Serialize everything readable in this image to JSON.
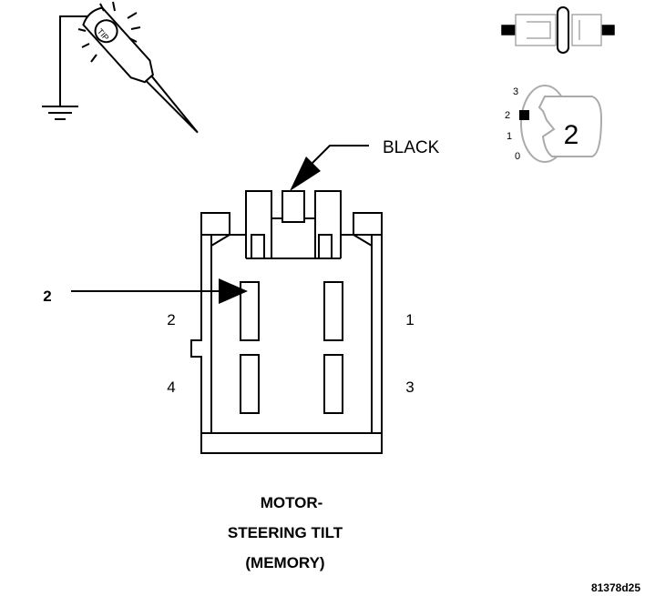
{
  "tester": {
    "tip_text": "TIP"
  },
  "ignition_key": {
    "positions": [
      "3",
      "2",
      "1",
      "0"
    ],
    "selected": "2"
  },
  "connector": {
    "color_label": "BLACK",
    "pointer_label": "2",
    "pins": {
      "p1": "1",
      "p2": "2",
      "p3": "3",
      "p4": "4"
    }
  },
  "caption": {
    "line1": "MOTOR-",
    "line2": "STEERING TILT",
    "line3": "(MEMORY)"
  },
  "figure_id": "81378d25"
}
